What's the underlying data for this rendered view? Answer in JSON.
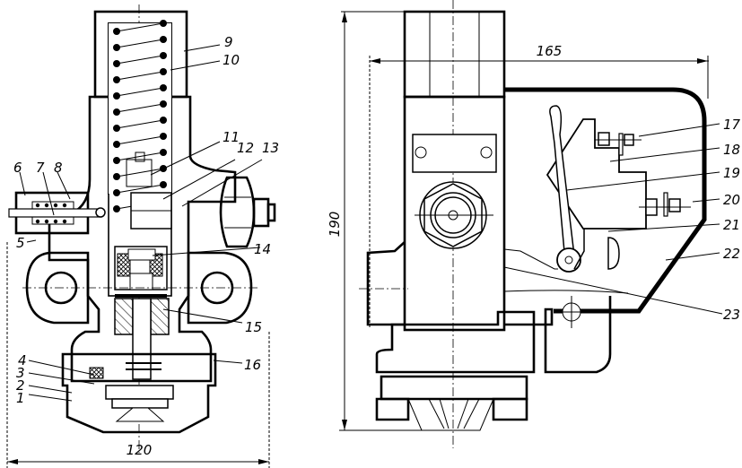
{
  "figure": {
    "background": "#ffffff",
    "ink": "#000000",
    "left_view": {
      "name": "sectional view",
      "dimension_width": "120",
      "callouts": [
        "1",
        "2",
        "3",
        "4",
        "5",
        "6",
        "7",
        "8",
        "9",
        "10",
        "11",
        "12",
        "13",
        "14",
        "15",
        "16"
      ]
    },
    "right_view": {
      "name": "side view with cover",
      "dimension_height": "190",
      "dimension_width": "165",
      "callouts": [
        "17",
        "18",
        "19",
        "20",
        "21",
        "22",
        "23"
      ]
    }
  }
}
